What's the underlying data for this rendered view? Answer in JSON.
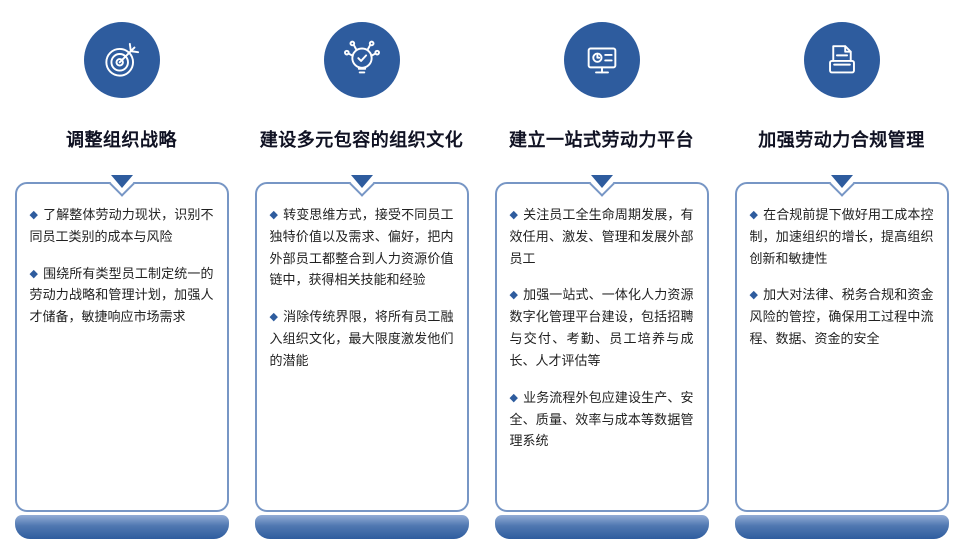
{
  "bullet_glyph": "◆",
  "colors": {
    "primary_blue": "#2e5c9e",
    "card_border": "#7796c5",
    "title_text": "#101223",
    "body_text": "#212121",
    "background": "#ffffff"
  },
  "columns": [
    {
      "icon": "target-dart-icon",
      "title": "调整组织战略",
      "bullets": [
        "了解整体劳动力现状，识别不同员工类别的成本与风险",
        "围绕所有类型员工制定统一的劳动力战略和管理计划，加强人才储备，敏捷响应市场需求"
      ]
    },
    {
      "icon": "lightbulb-network-icon",
      "title": "建设多元包容的组织文化",
      "bullets": [
        "转变思维方式，接受不同员工独特价值以及需求、偏好，把内外部员工都整合到人力资源价值链中，获得相关技能和经验",
        "消除传统界限，将所有员工融入组织文化，最大限度激发他们的潜能"
      ]
    },
    {
      "icon": "monitor-clock-icon",
      "title": "建立一站式劳动力平台",
      "bullets": [
        "关注员工全生命周期发展，有效任用、激发、管理和发展外部员工",
        "加强一站式、一体化人力资源数字化管理平台建设，包括招聘与交付、考勤、员工培养与成长、人才评估等",
        "业务流程外包应建设生产、安全、质量、效率与成本等数据管理系统"
      ]
    },
    {
      "icon": "document-tray-icon",
      "title": "加强劳动力合规管理",
      "bullets": [
        "在合规前提下做好用工成本控制，加速组织的增长，提高组织创新和敏捷性",
        "加大对法律、税务合规和资金风险的管控，确保用工过程中流程、数据、资金的安全"
      ]
    }
  ]
}
